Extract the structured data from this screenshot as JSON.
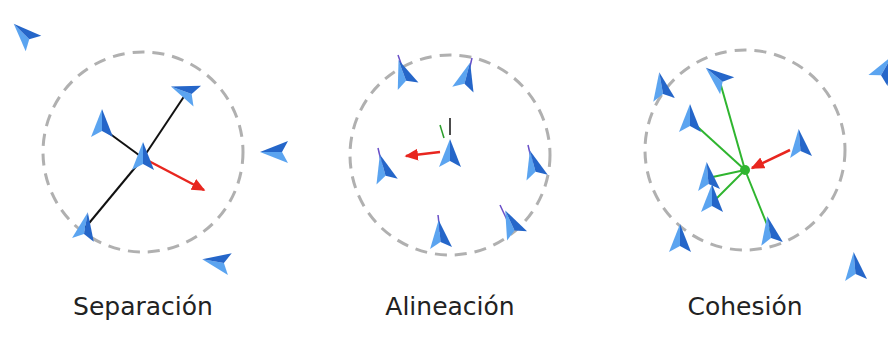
{
  "diagram": {
    "labels": [
      "Separación",
      "Alineación",
      "Cohesión"
    ]
  }
}
